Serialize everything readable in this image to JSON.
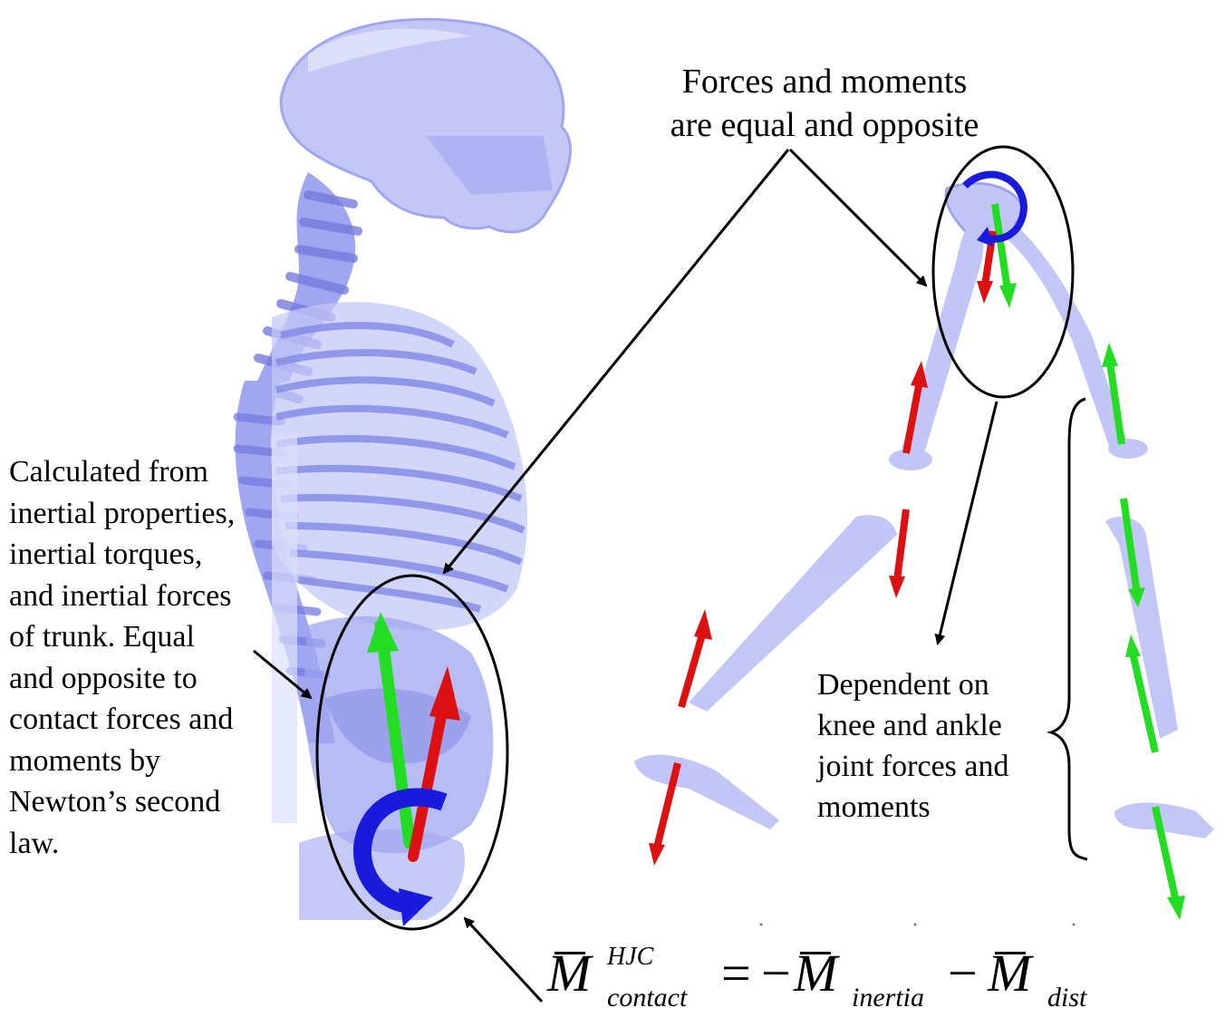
{
  "labels": {
    "top_line1": "Forces and moments",
    "top_line2": "are equal and opposite",
    "left_lines": [
      "Calculated from",
      "inertial properties,",
      "inertial torques,",
      "and inertial forces",
      "of trunk. Equal",
      "and opposite to",
      "contact forces and",
      "moments by",
      "Newton’s second",
      "law."
    ],
    "right_lines": [
      "Dependent on",
      "knee and ankle",
      "joint forces and",
      "moments"
    ]
  },
  "equation": {
    "lhs_symbol": "M",
    "lhs_superscript": "HJC",
    "lhs_subscript": "contact",
    "equals": "=",
    "minus": "−",
    "term1_symbol": "M",
    "term1_subscript": "inertia",
    "term2_symbol": "M",
    "term2_subscript": "dist"
  },
  "colors": {
    "bone": "#8f96ee",
    "bone_light": "#b8bdf5",
    "bone_dark": "#5b63d8",
    "force_green": "#22dd22",
    "force_red": "#dd1111",
    "moment_blue": "#1a1adc",
    "annotation": "#000000"
  },
  "icons": {
    "moment_arrow": "curved-arrow-icon",
    "force_arrow": "straight-arrow-icon"
  }
}
